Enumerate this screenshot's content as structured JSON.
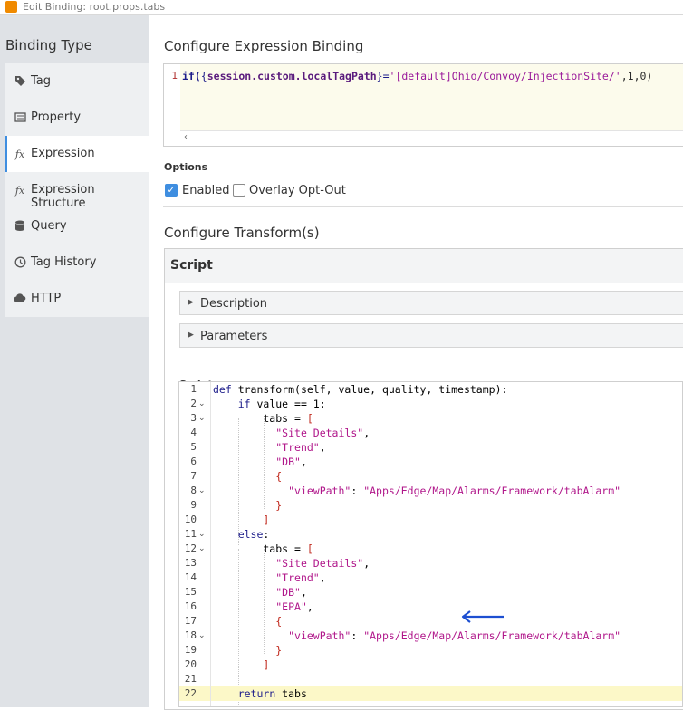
{
  "window": {
    "title": "Edit Binding: root.props.tabs"
  },
  "sidebar": {
    "header": "Binding Type",
    "items": [
      {
        "label": "Tag",
        "icon": "tag-icon",
        "active": false
      },
      {
        "label": "Property",
        "icon": "property-icon",
        "active": false
      },
      {
        "label": "Expression",
        "icon": "fx-icon",
        "active": true
      },
      {
        "label": "Expression Structure",
        "icon": "fx-icon",
        "active": false
      },
      {
        "label": "Query",
        "icon": "database-icon",
        "active": false
      },
      {
        "label": "Tag History",
        "icon": "clock-icon",
        "active": false
      },
      {
        "label": "HTTP",
        "icon": "cloud-icon",
        "active": false
      }
    ]
  },
  "expression": {
    "title": "Configure Expression Binding",
    "line_number": "1",
    "tokens": {
      "fn": "if(",
      "open": "{",
      "prop": "session.custom.localTagPath",
      "close": "}",
      "eq": "=",
      "str": "'[default]Ohio/Convoy/InjectionSite/'",
      "rest": ",1,0)"
    }
  },
  "options": {
    "label": "Options",
    "enabled": {
      "label": "Enabled",
      "checked": true
    },
    "overlay": {
      "label": "Overlay Opt-Out",
      "checked": false
    }
  },
  "transforms": {
    "title": "Configure Transform(s)",
    "panel_label": "Script",
    "description_label": "Description",
    "parameters_label": "Parameters",
    "script_label": "Script"
  },
  "script_lines": [
    {
      "n": "1",
      "fold": false,
      "text": "def transform(self, value, quality, timestamp):"
    },
    {
      "n": "2",
      "fold": true,
      "text": "    if value == 1:"
    },
    {
      "n": "3",
      "fold": true,
      "text": "        tabs = ["
    },
    {
      "n": "4",
      "fold": false,
      "text": "          \"Site Details\","
    },
    {
      "n": "5",
      "fold": false,
      "text": "          \"Trend\","
    },
    {
      "n": "6",
      "fold": false,
      "text": "          \"DB\","
    },
    {
      "n": "7",
      "fold": false,
      "text": "          {"
    },
    {
      "n": "8",
      "fold": true,
      "text": "            \"viewPath\": \"Apps/Edge/Map/Alarms/Framework/tabAlarm\""
    },
    {
      "n": "9",
      "fold": false,
      "text": "          }"
    },
    {
      "n": "10",
      "fold": false,
      "text": "        ]"
    },
    {
      "n": "11",
      "fold": true,
      "text": "    else:"
    },
    {
      "n": "12",
      "fold": true,
      "text": "        tabs = ["
    },
    {
      "n": "13",
      "fold": false,
      "text": "          \"Site Details\","
    },
    {
      "n": "14",
      "fold": false,
      "text": "          \"Trend\","
    },
    {
      "n": "15",
      "fold": false,
      "text": "          \"DB\","
    },
    {
      "n": "16",
      "fold": false,
      "text": "          \"EPA\","
    },
    {
      "n": "17",
      "fold": false,
      "text": "          {"
    },
    {
      "n": "18",
      "fold": true,
      "text": "            \"viewPath\": \"Apps/Edge/Map/Alarms/Framework/tabAlarm\""
    },
    {
      "n": "19",
      "fold": false,
      "text": "          }"
    },
    {
      "n": "20",
      "fold": false,
      "text": "        ]"
    },
    {
      "n": "21",
      "fold": false,
      "text": ""
    },
    {
      "n": "22",
      "fold": false,
      "text": "    return tabs"
    }
  ],
  "colors": {
    "accent": "#3f8ee0",
    "sidebar_bg": "#dfe2e6",
    "highlight_line": "#fcf8c8",
    "annotation_arrow": "#1d4fd1"
  }
}
